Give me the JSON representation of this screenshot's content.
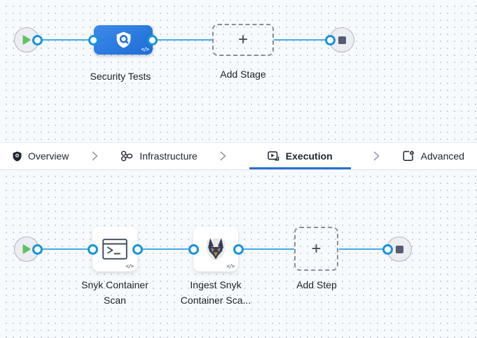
{
  "stage_flow": {
    "stage": {
      "name": "Security Tests",
      "code_badge": "</>"
    },
    "add_stage_label": "Add Stage",
    "plus": "+"
  },
  "tabs": [
    {
      "label": "Overview",
      "icon": "shield-icon",
      "active": false
    },
    {
      "label": "Infrastructure",
      "icon": "infrastructure-icon",
      "active": false
    },
    {
      "label": "Execution",
      "icon": "execution-icon",
      "active": true
    },
    {
      "label": "Advanced",
      "icon": "advanced-icon",
      "active": false
    }
  ],
  "step_flow": {
    "steps": [
      {
        "name": "Snyk Container Scan",
        "icon": "terminal-icon",
        "code_badge": "</>"
      },
      {
        "name": "Ingest Snyk Container Sca...",
        "icon": "snyk-dog-icon",
        "code_badge": "</>"
      }
    ],
    "add_step_label": "Add Step",
    "plus": "+"
  },
  "colors": {
    "canvas_bg": "#f7fafd",
    "dot": "#c9cfda",
    "flow_line": "#45abe5",
    "port_ring": "#1793dd",
    "stage_blue_start": "#3d8ae7",
    "stage_blue_end": "#1c6dd8",
    "active_tab_underline": "#2b6fd1",
    "start_play_green": "#63c05f",
    "stop_square": "#565d72",
    "label_text": "#1d2127"
  }
}
